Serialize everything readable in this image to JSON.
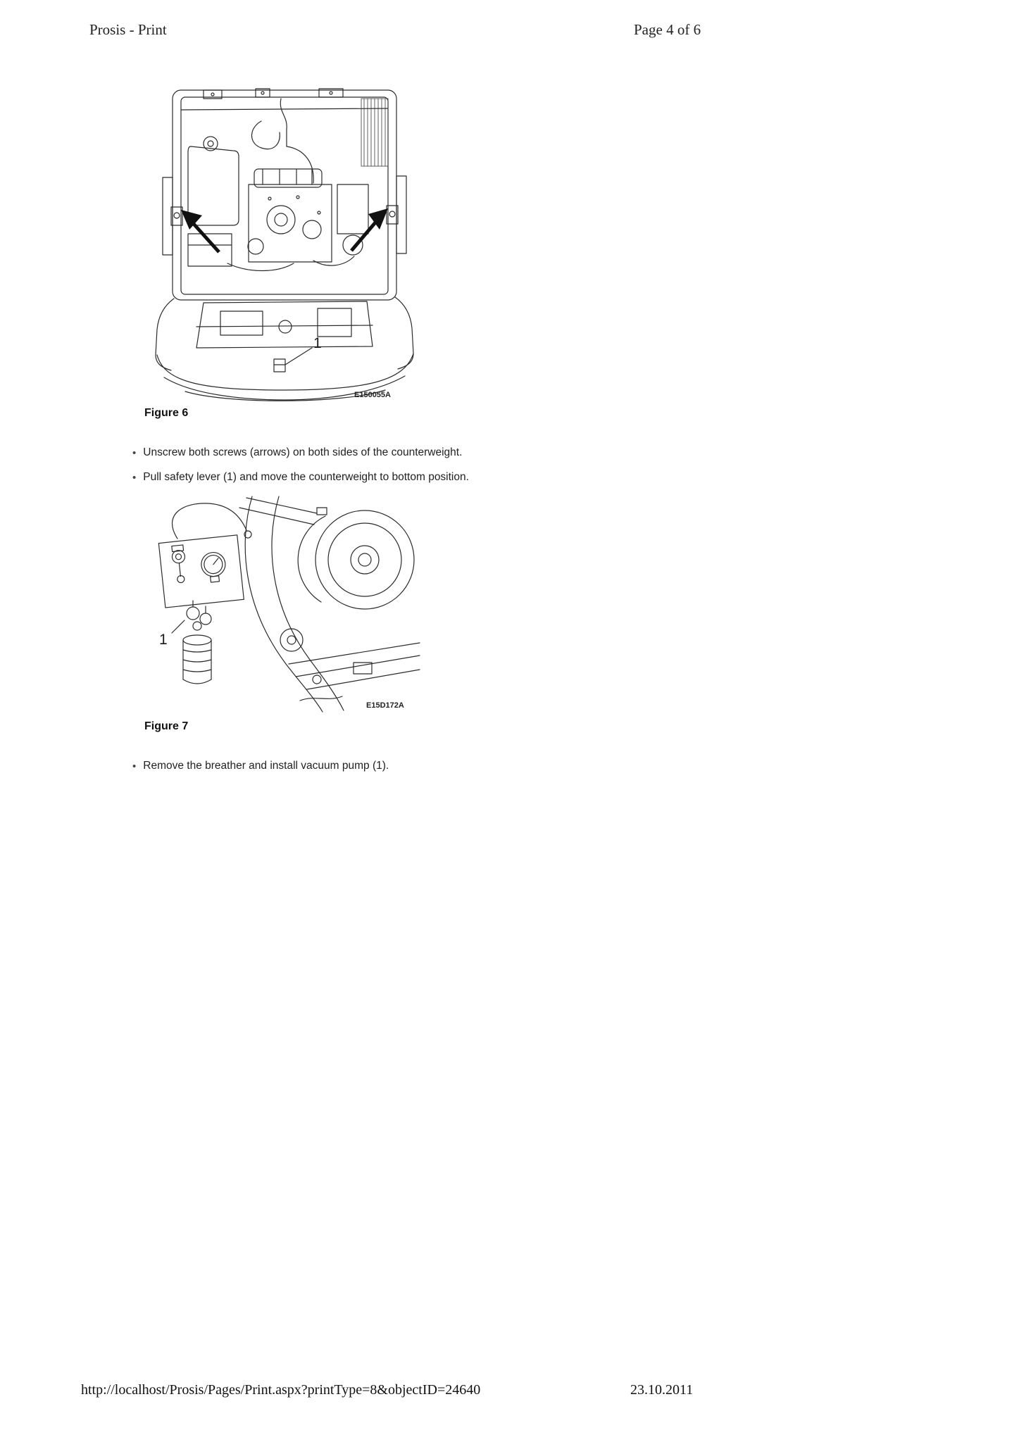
{
  "header": {
    "left": "Prosis - Print",
    "right": "Page 4 of 6"
  },
  "marker": "•",
  "fig6": {
    "caption": "Figure 6",
    "code": "E150055A",
    "callout": "1"
  },
  "steps6": [
    {
      "text": "Unscrew both screws (arrows) on both sides of the counterweight."
    },
    {
      "text": "Pull safety lever (1) and move the counterweight to bottom position."
    }
  ],
  "fig7": {
    "caption": "Figure 7",
    "code": "E15D172A",
    "callout": "1"
  },
  "steps7": [
    {
      "text": "Remove the breather and install vacuum pump (1)."
    }
  ],
  "footer": {
    "url": "http://localhost/Prosis/Pages/Print.aspx?printType=8&objectID=24640",
    "date": "23.10.2011"
  }
}
